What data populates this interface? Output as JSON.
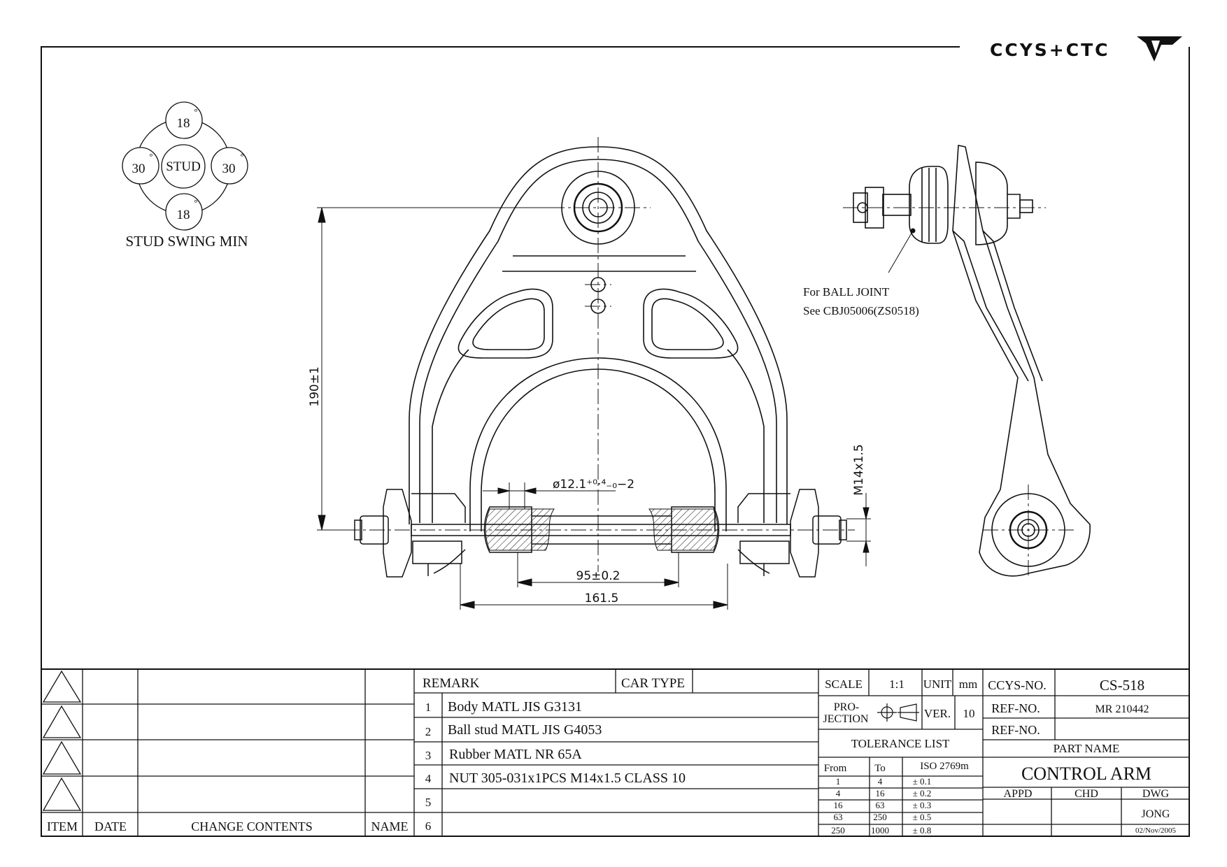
{
  "logo": {
    "text": "CCYS+CTC"
  },
  "stud_swing": {
    "top": "18",
    "bottom": "18",
    "left": "30",
    "right": "30",
    "center": "STUD",
    "degree_mark": "°",
    "caption": "STUD SWING MIN"
  },
  "dimensions": {
    "height": "190±1",
    "bushing_dia": "ø12.1⁺⁰·⁴₋₀−2",
    "bushing_span": "95±0.2",
    "overall_span": "161.5",
    "thread": "M14x1.5"
  },
  "ball_joint_note": {
    "line1": "For BALL JOINT",
    "line2": "See CBJ05006(ZS0518)"
  },
  "revision_block": {
    "headers": [
      "ITEM",
      "DATE",
      "CHANGE CONTENTS",
      "NAME"
    ]
  },
  "remarks": {
    "header": "REMARK",
    "car_type_label": "CAR TYPE",
    "car_type_value": "",
    "items": [
      {
        "no": "1",
        "text": "Body MATL JIS G3131"
      },
      {
        "no": "2",
        "text": "Ball stud MATL JIS G4053"
      },
      {
        "no": "3",
        "text": "Rubber MATL NR 65A"
      },
      {
        "no": "4",
        "text": "NUT 305-031x1PCS M14x1.5 CLASS 10"
      },
      {
        "no": "5",
        "text": ""
      },
      {
        "no": "6",
        "text": ""
      }
    ]
  },
  "specs": {
    "scale_label": "SCALE",
    "scale_value": "1:1",
    "unit_label": "UNIT",
    "unit_value": "mm",
    "projection_label_1": "PRO-",
    "projection_label_2": "JECTION",
    "ver_label": "VER.",
    "ver_value": "10"
  },
  "tolerance": {
    "title": "TOLERANCE LIST",
    "headers": [
      "From",
      "To",
      "ISO 2769m"
    ],
    "rows": [
      [
        "1",
        "4",
        "± 0.1"
      ],
      [
        "4",
        "16",
        "± 0.2"
      ],
      [
        "16",
        "63",
        "± 0.3"
      ],
      [
        "63",
        "250",
        "± 0.5"
      ],
      [
        "250",
        "1000",
        "± 0.8"
      ]
    ]
  },
  "part_info": {
    "ccys_label": "CCYS-NO.",
    "ccys_value": "CS-518",
    "ref_label": "REF-NO.",
    "ref_value": "MR 210442",
    "ref2_label": "REF-NO.",
    "ref2_value": "",
    "part_name_label": "PART NAME",
    "part_name": "CONTROL ARM",
    "appd_label": "APPD",
    "chd_label": "CHD",
    "dwg_label": "DWG",
    "dwg_name": "JONG",
    "date": "02/Nov/2005"
  }
}
